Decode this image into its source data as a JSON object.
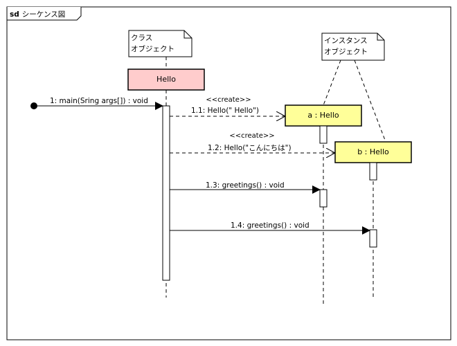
{
  "frame": {
    "keyword": "sd",
    "name": "シーケンス図"
  },
  "notes": {
    "class_note": {
      "line1": "クラス",
      "line2": "オブジェクト"
    },
    "instance_note": {
      "line1": "インスタンス",
      "line2": "オブジェクト"
    }
  },
  "lifelines": {
    "hello": {
      "label": "Hello",
      "fill": "#ffcccc"
    },
    "a": {
      "label": "a : Hello",
      "fill": "#ffff99"
    },
    "b": {
      "label": "b : Hello",
      "fill": "#ffff99"
    }
  },
  "messages": {
    "m1": {
      "label": "1: main(Sring args[]) : void"
    },
    "m11": {
      "stereotype": "<<create>>",
      "label": "1.1: Hello(\"  Hello\")"
    },
    "m12": {
      "stereotype": "<<create>>",
      "label": "1.2: Hello(\"こんにちは\")"
    },
    "m13": {
      "label": "1.3: greetings() : void"
    },
    "m14": {
      "label": "1.4: greetings() : void"
    }
  }
}
